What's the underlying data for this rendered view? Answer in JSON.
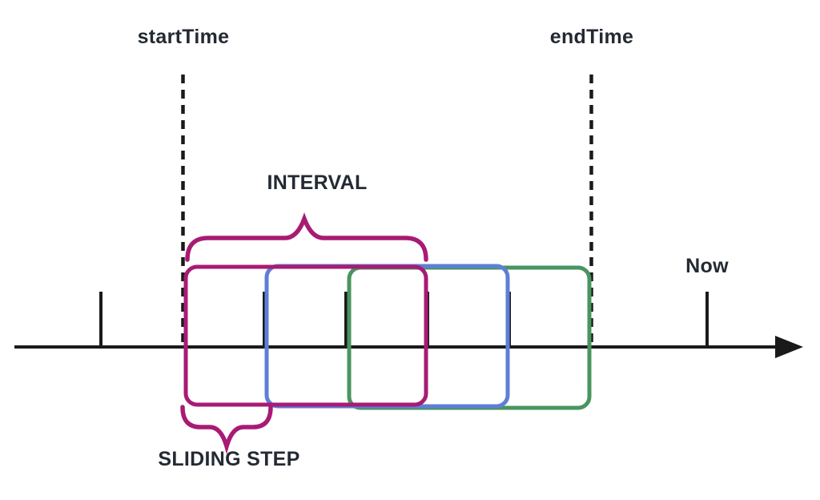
{
  "diagram": {
    "labels": {
      "start_time": "startTime",
      "end_time": "endTime",
      "interval": "INTERVAL",
      "now": "Now",
      "sliding_step": "SLIDING STEP"
    },
    "colors": {
      "axis": "#1a1a1a",
      "text": "#242a33",
      "brace": "#a81b74"
    },
    "windows": [
      {
        "id": "window-1",
        "color": "#a81b74"
      },
      {
        "id": "window-2",
        "color": "#5e7fd6"
      },
      {
        "id": "window-3",
        "color": "#4a9460"
      }
    ]
  }
}
